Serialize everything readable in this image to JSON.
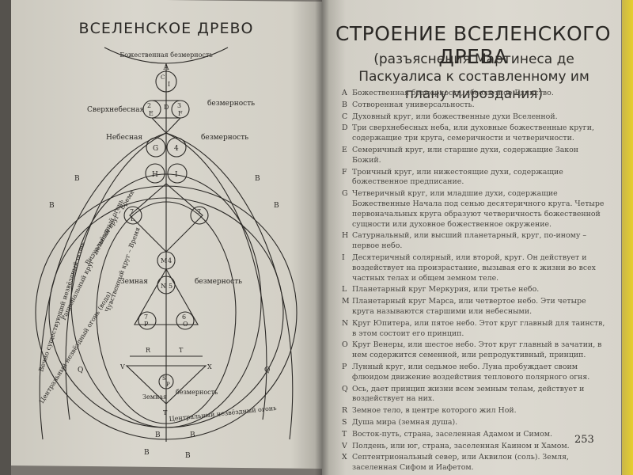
{
  "left_page": {
    "title": "ВСЕЛЕНСКОЕ ДРЕВО",
    "labels": {
      "top_arc": "Божественная безмерность",
      "supra": "Сверхнебесная",
      "supra_right": "безмерность",
      "heavenly": "Небесная",
      "heavenly_right": "безмерность",
      "earthly": "Земная",
      "earthly_right": "безмерность",
      "land": "Земная",
      "land_right": "безмерность",
      "arc_outer1": "Вечно существующий незвёздный огонь",
      "arc_outer2": "Рациональный круг – незвёздный огонь",
      "arc_visual": "Визуальный круг – Время",
      "arc_sensitive": "Чувственный круг – Время",
      "arc_bottom_left": "Центральный незвёздный огонь (вода)",
      "arc_bottom_right": "Центральный незвёздный огонь"
    },
    "letters": {
      "A": "A",
      "C": "C",
      "I_top": "I",
      "D": "D",
      "E": "E",
      "F": "F",
      "G": "G",
      "four_top": "4",
      "H": "H",
      "I_mid": "I",
      "L": "L",
      "seven_l": "7",
      "seven_r": "7",
      "M": "M",
      "four_mid": "4",
      "N": "N",
      "five": "5",
      "seven_b": "7",
      "P": "P",
      "O": "O",
      "six": "6",
      "two": "2",
      "three": "3",
      "R": "R",
      "T_top": "T",
      "V": "V",
      "X": "X",
      "S": "S",
      "P2": "P",
      "T": "T",
      "B1": "B",
      "B2": "B",
      "B3": "B",
      "B4": "B",
      "Q1": "Q",
      "Q2": "Q",
      "B5": "B",
      "B6": "B"
    }
  },
  "right_page": {
    "title": "СТРОЕНИЕ ВСЕЛЕНСКОГО ДРЕВА",
    "subtitle": "(разъяснения Мартинеса де Паскуалиса к составленному им плану мироздания)",
    "legend": [
      {
        "key": "A",
        "text": "Божественная безмерность, абсолютное Единство."
      },
      {
        "key": "B",
        "text": "Сотворенная универсальность."
      },
      {
        "key": "C",
        "text": "Духовный круг, или божественные духи Вселенной."
      },
      {
        "key": "D",
        "text": "Три сверхнебесных неба, или духовные божественные круги, содержащие три круга, семеричности и четверичности."
      },
      {
        "key": "E",
        "text": "Семеричный круг, или старшие духи, содержащие Закон Божий."
      },
      {
        "key": "F",
        "text": "Троичный круг, или нижестоящие духи, содержащие божественное предписание."
      },
      {
        "key": "G",
        "text": "Четверичный круг, или младшие духи, содержащие Божественные Начала под сенью десятеричного круга. Четыре первоначальных круга образуют четверичность божественной сущности или духовное божественное окружение."
      },
      {
        "key": "H",
        "text": "Сатурнальный, или высший планетарный, круг, по-иному – первое небо."
      },
      {
        "key": "I",
        "text": "Десятеричный солярный, или второй, круг. Он действует и воздействует на произрастание, вызывая его к жизни во всех частных телах и общем земном теле."
      },
      {
        "key": "L",
        "text": "Планетарный круг Меркурия, или третье небо."
      },
      {
        "key": "M",
        "text": "Планетарный круг Марса, или четвертое небо. Эти четыре круга называются старшими или небесными."
      },
      {
        "key": "N",
        "text": "Круг Юпитера, или пятое небо. Этот круг главный для таинств, в этом состоит его принцип."
      },
      {
        "key": "O",
        "text": "Круг Венеры, или шестое небо. Этот круг главный в зачатии, в нем содержится семенной, или репродуктивный, принцип."
      },
      {
        "key": "P",
        "text": "Лунный круг, или седьмое небо. Луна пробуждает своим флюидом движение воздействия теплового полярного огня."
      },
      {
        "key": "Q",
        "text": "Ось, дает принцип жизни всем земным телам, действует и воздействует на них."
      },
      {
        "key": "R",
        "text": "Земное тело, в центре которого жил Ной."
      },
      {
        "key": "S",
        "text": "Душа мира (земная душа)."
      },
      {
        "key": "T",
        "text": "Восток-путь, страна, заселенная Адамом и Симом."
      },
      {
        "key": "V",
        "text": "Полдень, или юг, страна, заселенная Каином и Хамом."
      },
      {
        "key": "X",
        "text": "Септентриональный север, или Аквилон (соль). Земля, заселенная Сифом и Иафетом."
      }
    ],
    "page_number": "253"
  }
}
